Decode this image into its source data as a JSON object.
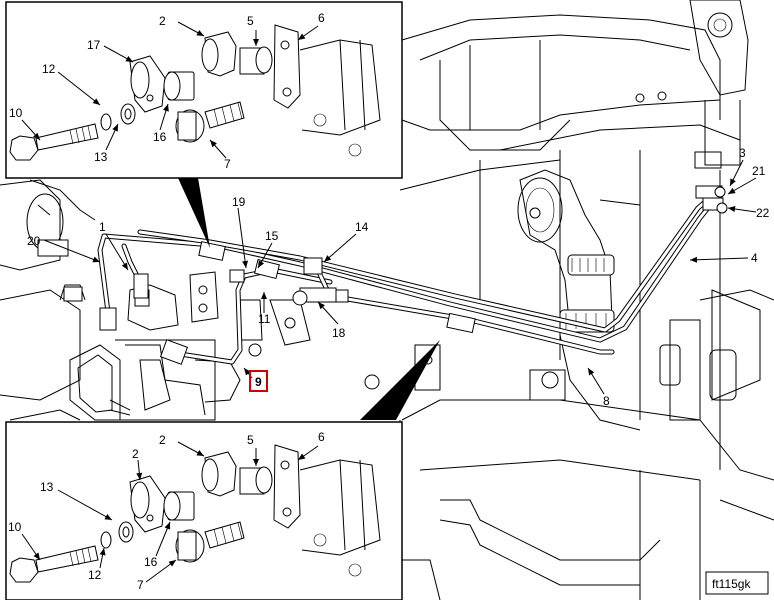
{
  "figure_id": "ft115gk",
  "callouts": {
    "main": [
      "1",
      "20",
      "19",
      "15",
      "14",
      "11",
      "18",
      "9",
      "3",
      "21",
      "22",
      "4",
      "8"
    ],
    "detail_top": [
      "2",
      "5",
      "6",
      "17",
      "12",
      "10",
      "13",
      "16",
      "7"
    ],
    "detail_bottom": [
      "2",
      "5",
      "6",
      "2",
      "13",
      "10",
      "12",
      "16",
      "7"
    ]
  },
  "highlighted_callout": "9",
  "colors": {
    "line": "#000000",
    "highlight": "#cc0000",
    "background": "#ffffff"
  }
}
